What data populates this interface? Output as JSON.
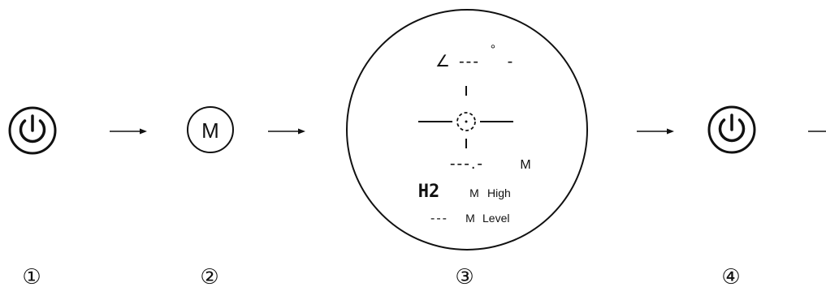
{
  "steps": [
    {
      "label": "①",
      "button": "power-icon"
    },
    {
      "label": "②",
      "button": "M"
    },
    {
      "label": "③",
      "button": "display"
    },
    {
      "label": "④",
      "button": "power-icon"
    }
  ],
  "display": {
    "angle_symbol": "∠",
    "angle_value": "---",
    "degree_symbol": "°",
    "angle_sign": "-",
    "distance_value": "---.-",
    "distance_unit": "M",
    "height_mode": "H2",
    "height_unit": "M",
    "height_label": "High",
    "level_value": "---",
    "level_unit": "M",
    "level_label": "Level"
  },
  "colors": {
    "ink": "#111111",
    "background": "#ffffff"
  }
}
